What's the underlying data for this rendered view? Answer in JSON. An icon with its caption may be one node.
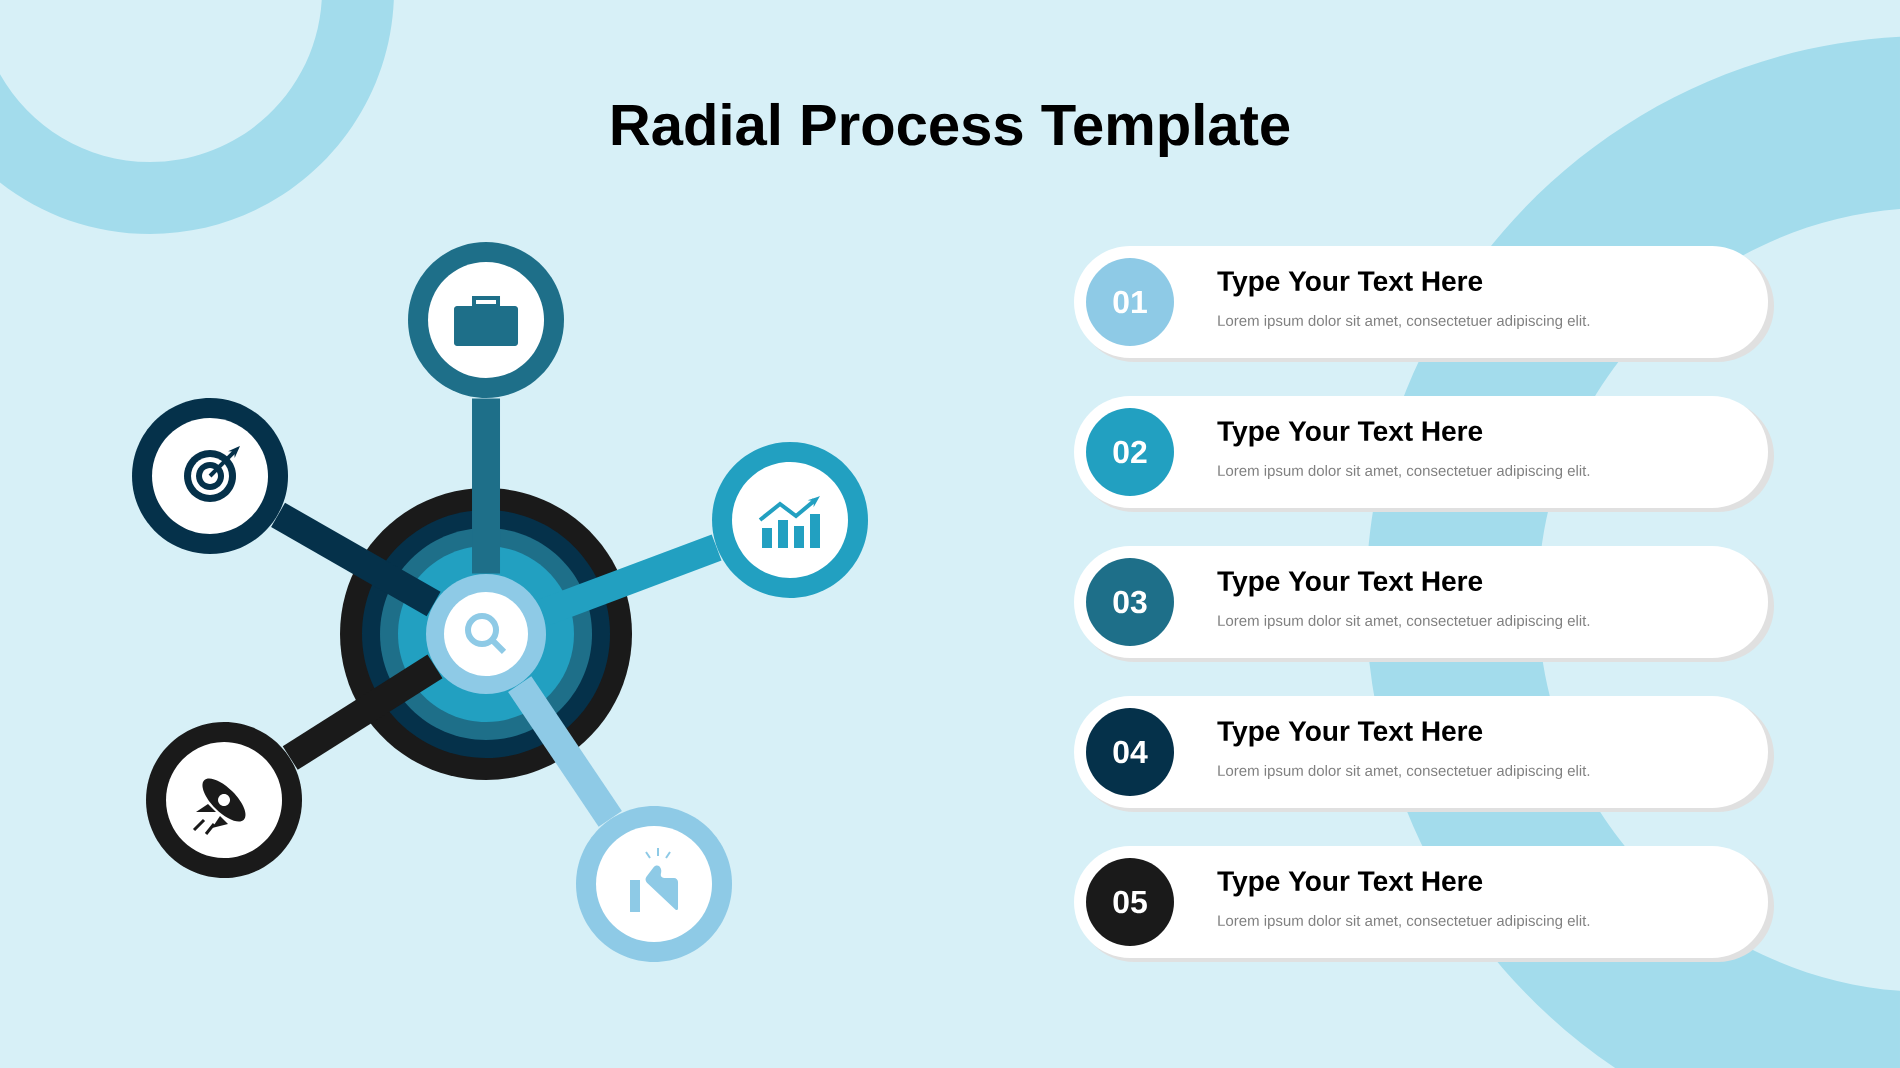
{
  "diagram": {
    "title": "Radial Process Template",
    "nodes": [
      {
        "text": [],
        "shape": "circle"
      },
      {
        "text": [],
        "shape": "circle"
      },
      {
        "text": [],
        "shape": "circle"
      },
      {
        "text": [],
        "shape": "circle"
      },
      {
        "text": [],
        "shape": "circle"
      },
      {
        "text": [],
        "shape": "circle"
      },
      {
        "text": [
          "Type Your Text Here",
          "Lorem ipsum dolor sit amet, consectetuer adipiscing elit."
        ]
      },
      {
        "text": [
          "01"
        ],
        "in": 6
      },
      {
        "text": [
          "Type Your Text Here",
          "Lorem ipsum dolor sit amet, consectetuer adipiscing elit."
        ]
      },
      {
        "text": [
          "02"
        ],
        "in": 8
      },
      {
        "text": [
          "Type Your Text Here",
          "Lorem ipsum dolor sit amet, consectetuer adipiscing elit."
        ]
      },
      {
        "text": [
          "03"
        ],
        "in": 10
      },
      {
        "text": [
          "Type Your Text Here",
          "Lorem ipsum dolor sit amet, consectetuer adipiscing elit."
        ]
      },
      {
        "text": [
          "04"
        ],
        "in": 12
      },
      {
        "text": [
          "Type Your Text Here",
          "Lorem ipsum dolor sit amet, consectetuer adipiscing elit."
        ]
      },
      {
        "text": [
          "05"
        ],
        "in": 14
      }
    ],
    "edges": [
      {
        "from": 0,
        "to": 1,
        "arrow": "none",
        "color": "#1e6f89"
      },
      {
        "from": 0,
        "to": 2,
        "arrow": "none",
        "color": "#05314a"
      },
      {
        "from": 0,
        "to": 3,
        "arrow": "none",
        "color": "#22a0c1"
      },
      {
        "from": 0,
        "to": 4,
        "arrow": "none",
        "color": "#1a1a1a"
      },
      {
        "from": 0,
        "to": 5,
        "arrow": "none",
        "color": "#8ecae6"
      }
    ]
  }
}
